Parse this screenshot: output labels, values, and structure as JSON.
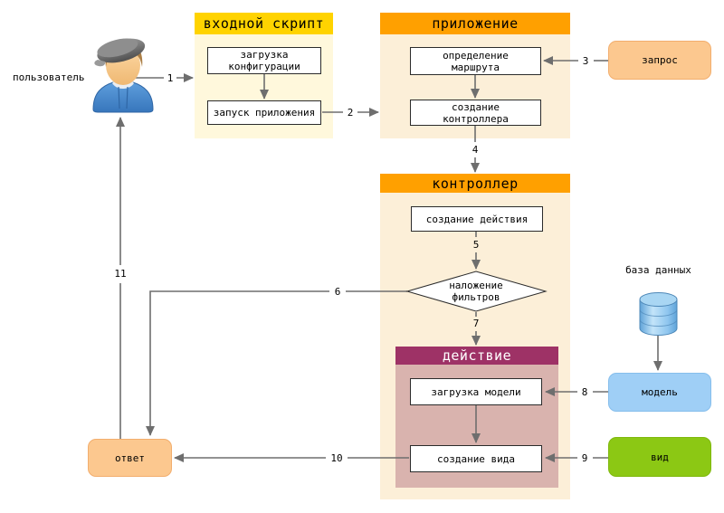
{
  "colors": {
    "entry_header": "#FFD300",
    "entry_body": "#FFF8DC",
    "orange_header": "#FFA000",
    "orange_body": "#FCEFD8",
    "action_header": "#9E3266",
    "action_body": "#D9B3AE",
    "request_response_fill": "#FCC88F",
    "model_fill": "#9FCFF6",
    "view_fill": "#8CC814",
    "arrow": "#6E6E6E"
  },
  "nodes": {
    "user": "пользователь",
    "database": "база данных",
    "request": "запрос",
    "response": "ответ",
    "model": "модель",
    "view": "вид"
  },
  "sections": {
    "entry": {
      "title": "входной скрипт",
      "step1_line1": "загрузка",
      "step1_line2": "конфигурации",
      "step2": "запуск приложения"
    },
    "app": {
      "title": "приложение",
      "step1_line1": "определение",
      "step1_line2": "маршрута",
      "step2_line1": "создание",
      "step2_line2": "контроллера"
    },
    "controller": {
      "title": "контроллер",
      "step1": "создание действия",
      "filter_line1": "наложение",
      "filter_line2": "фильтров"
    },
    "action": {
      "title": "действие",
      "step1": "загрузка модели",
      "step2": "создание вида"
    }
  },
  "arrows": {
    "a1": "1",
    "a2": "2",
    "a3": "3",
    "a4": "4",
    "a5": "5",
    "a6": "6",
    "a7": "7",
    "a8": "8",
    "a9": "9",
    "a10": "10",
    "a11": "11"
  }
}
